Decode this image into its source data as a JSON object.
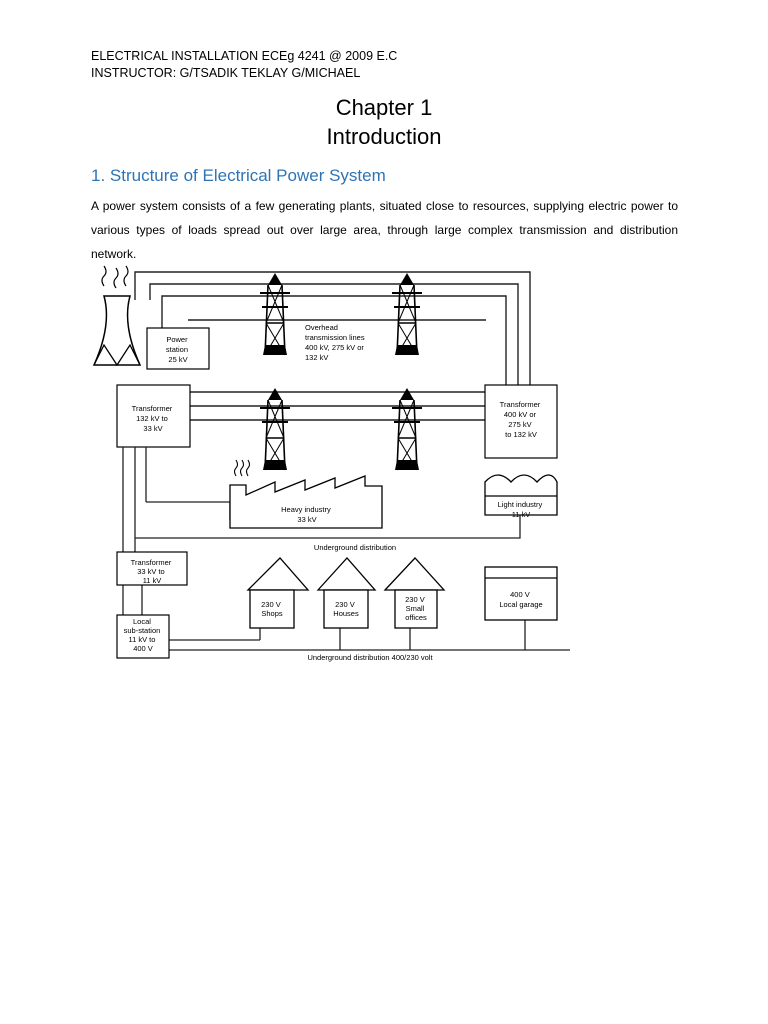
{
  "header": {
    "course": "ELECTRICAL INSTALLATION ECEg 4241 @ 2009 E.C",
    "instructor": "INSTRUCTOR: G/TSADIK TEKLAY G/MICHAEL"
  },
  "chapter": {
    "number": "Chapter 1",
    "title": "Introduction"
  },
  "section": {
    "title": "1. Structure of Electrical Power System",
    "paragraph": "A power system consists of a few generating plants, situated close to resources, supplying electric power to various types of loads spread out over large area, through large complex transmission and distribution network."
  },
  "diagram": {
    "power_station": [
      "Power",
      "station",
      "25 kV"
    ],
    "overhead": [
      "Overhead",
      "transmission lines",
      "400 kV, 275 kV or",
      "132 kV"
    ],
    "transformer_left": [
      "Transformer",
      "132 kV to",
      "33 kV"
    ],
    "transformer_right": [
      "Transformer",
      "400 kV or",
      "275 kV",
      "to 132 kV"
    ],
    "heavy_industry": [
      "Heavy industry",
      "33 kV"
    ],
    "light_industry": [
      "Light industry",
      "11 kV"
    ],
    "underground": "Underground distribution",
    "transformer_low": [
      "Transformer",
      "33 kV to",
      "11 kV"
    ],
    "shops": [
      "230 V",
      "Shops"
    ],
    "houses": [
      "230 V",
      "Houses"
    ],
    "offices": [
      "230 V",
      "Small",
      "offices"
    ],
    "garage": [
      "400 V",
      "Local garage"
    ],
    "substation": [
      "Local",
      "sub-station",
      "11 kV to",
      "400 V"
    ],
    "underground_low": "Underground distribution 400/230 volt"
  }
}
